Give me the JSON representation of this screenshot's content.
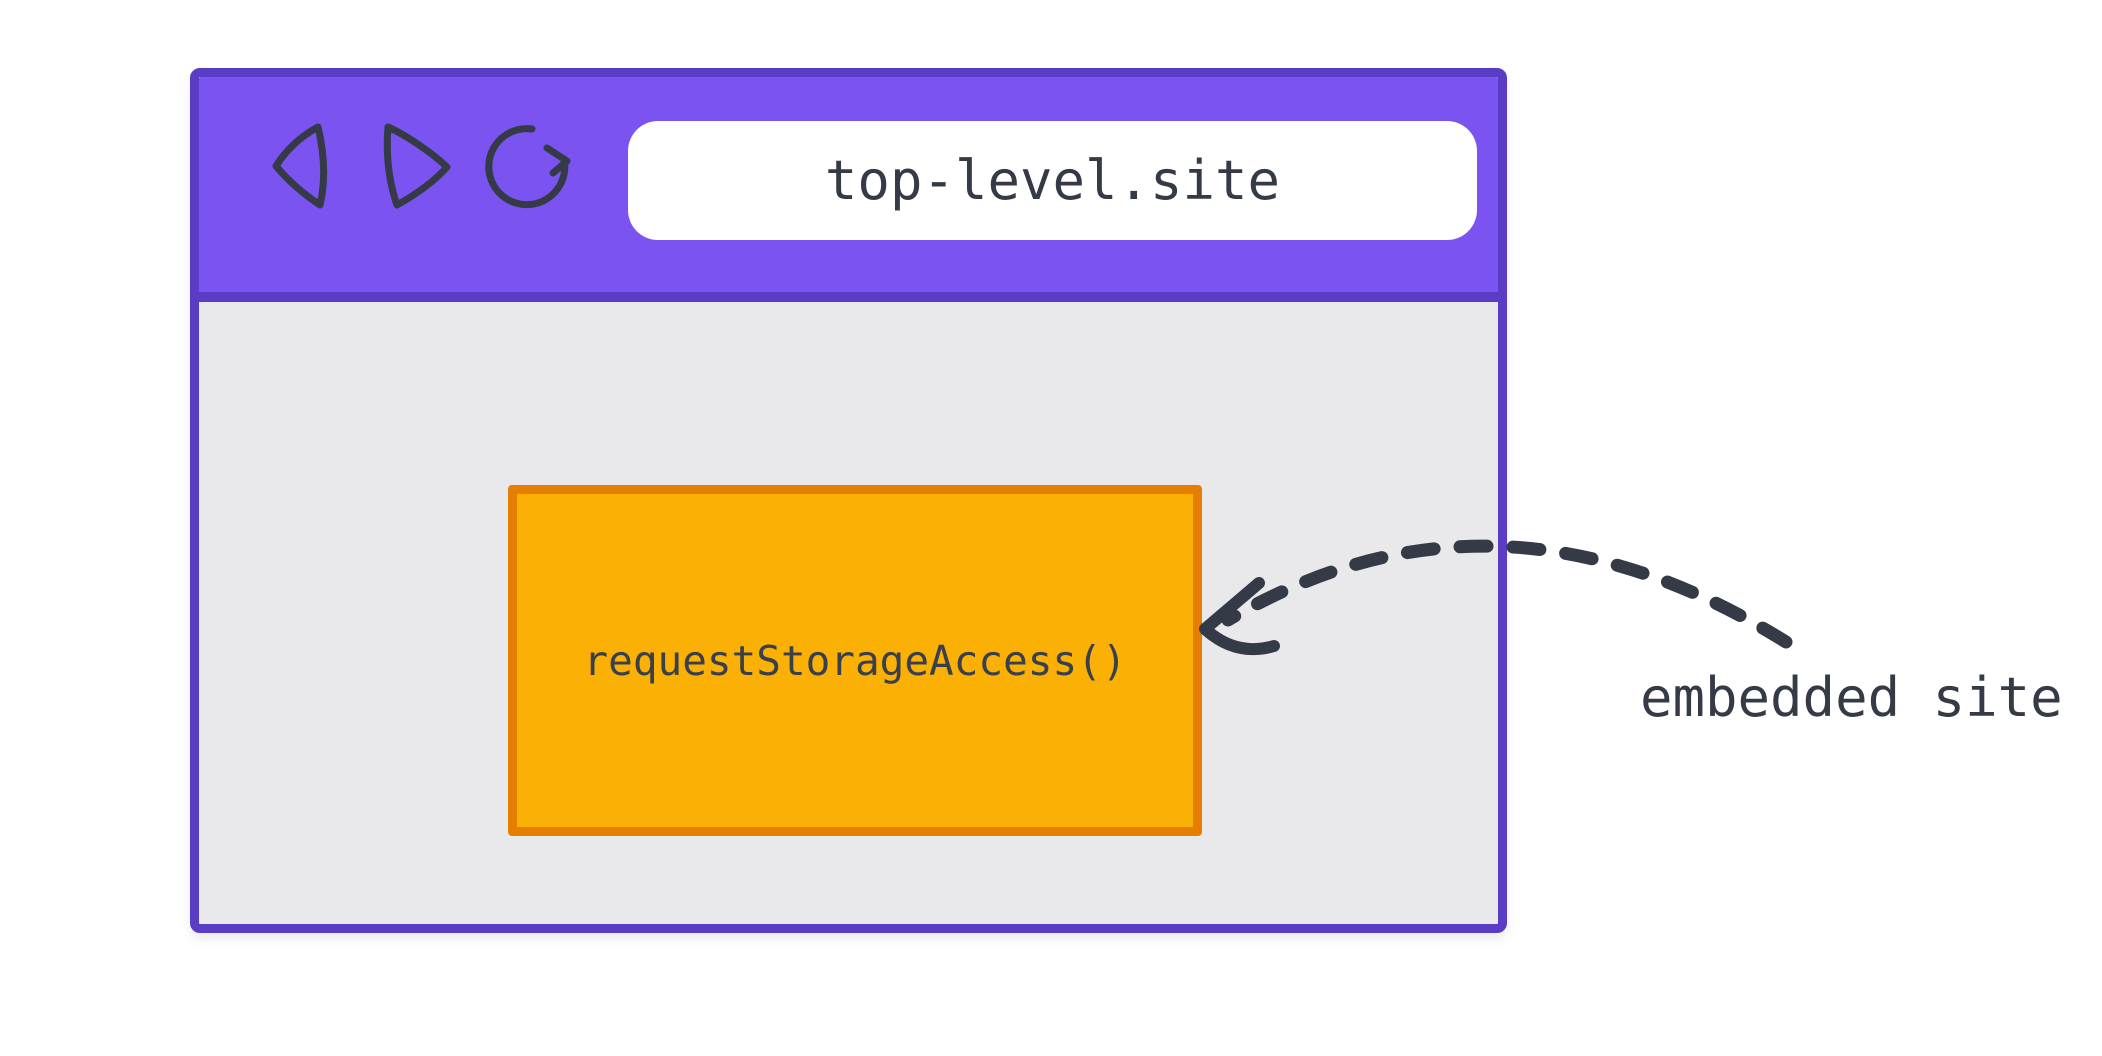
{
  "colors": {
    "page_bg": "#ffffff",
    "window_border": "#5b3cc4",
    "toolbar_bg": "#7a53f0",
    "content_bg": "#e9e8eb",
    "address_bar_bg": "#ffffff",
    "iframe_bg": "#fab005",
    "iframe_border": "#e67e04",
    "ink": "#343b46"
  },
  "browser_window": {
    "toolbar": {
      "back_icon": "back-triangle-icon",
      "forward_icon": "forward-triangle-icon",
      "reload_icon": "reload-circular-arrow-icon",
      "address_bar": {
        "url": "top-level.site"
      }
    },
    "content": {
      "embedded_iframe": {
        "label": "requestStorageAccess()"
      }
    }
  },
  "annotation": {
    "label": "embedded site",
    "arrow": "dashed-curved-arrow-pointing-to-embedded-iframe"
  }
}
